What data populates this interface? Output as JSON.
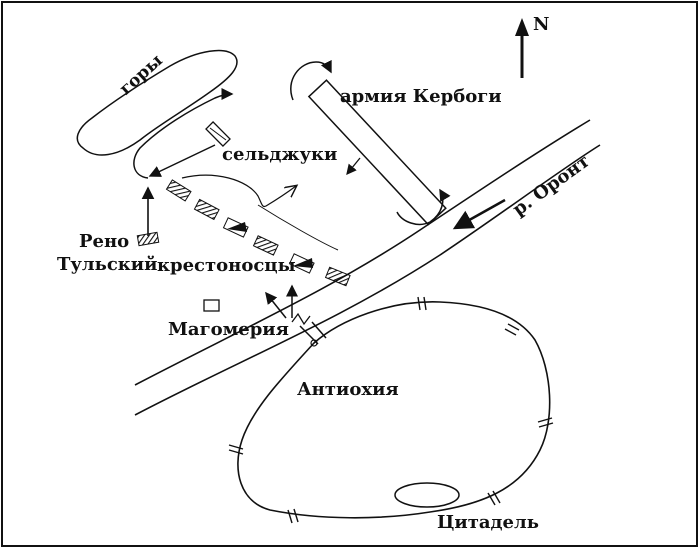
{
  "map": {
    "labels": {
      "north": "N",
      "mountains": "горы",
      "kerbogha": "армия Кербоги",
      "seljuks": "сельджуки",
      "river": "р. Оронт",
      "reno_line1": "Рено",
      "reno_line2": "Тульский",
      "crusaders": "крестоносцы",
      "mahomerie": "Магомерия",
      "antioch": "Антиохия",
      "citadel": "Цитадель"
    },
    "colors": {
      "ink": "#111111",
      "paper": "#ffffff"
    }
  }
}
